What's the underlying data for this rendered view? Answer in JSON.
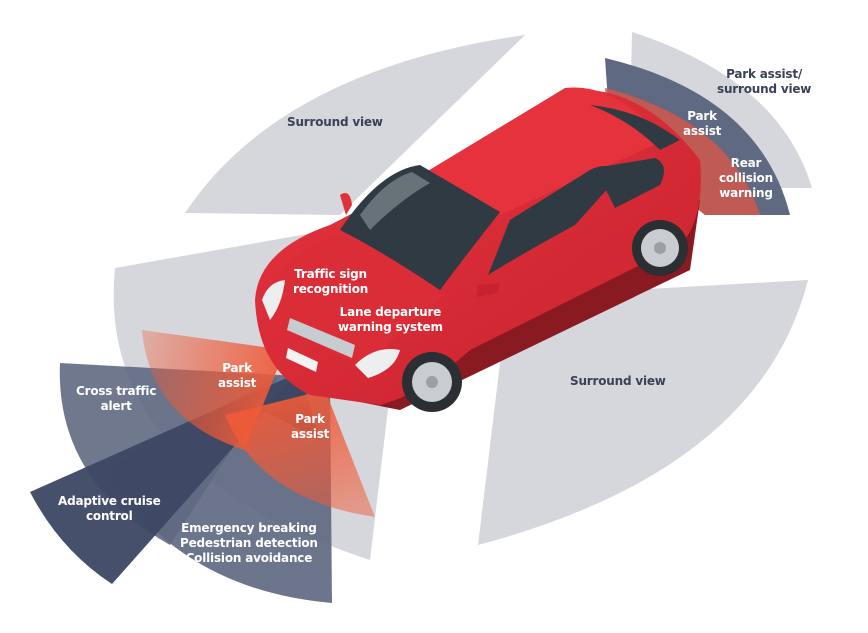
{
  "colors": {
    "background": "#ffffff",
    "surround_gray": "#d6d7dc",
    "sensor_slate": "#5f6981",
    "sensor_navy": "#3d4763",
    "park_orange": "#e8553a",
    "car_red": "#e0313b",
    "car_red_dark": "#b81f2b",
    "glass": "#2f3a42",
    "label_dark": "#3a4257",
    "label_light": "#ffffff"
  },
  "labels": {
    "surround_view_top": [
      "Surround view"
    ],
    "surround_view_bottom": [
      "Surround view"
    ],
    "park_assist_surround_view": [
      "Park assist/",
      "surround view"
    ],
    "park_assist_rear": [
      "Park",
      "assist"
    ],
    "rear_collision_warning": [
      "Rear",
      "collision",
      "warning"
    ],
    "traffic_sign_recognition": [
      "Traffic sign",
      "recognition"
    ],
    "lane_departure_warning": [
      "Lane departure",
      "warning system"
    ],
    "park_assist_front_left": [
      "Park",
      "assist"
    ],
    "park_assist_front_center": [
      "Park",
      "assist"
    ],
    "cross_traffic_alert": [
      "Cross traffic",
      "alert"
    ],
    "adaptive_cruise_control": [
      "Adaptive cruise",
      "control"
    ],
    "emergency_braking": [
      "Emergency breaking",
      "Pedestrian detection",
      "Collision avoidance"
    ]
  }
}
